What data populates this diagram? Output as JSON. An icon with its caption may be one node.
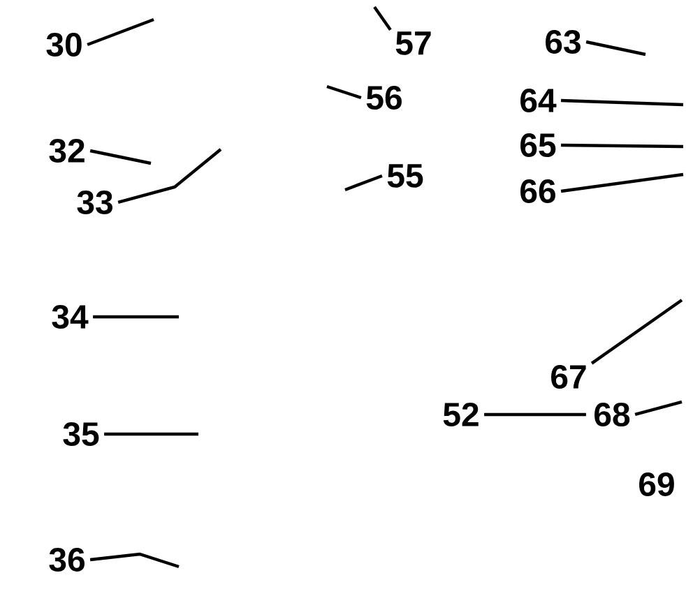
{
  "diagram": {
    "nodes": [
      {
        "text": [
          "30"
        ]
      },
      {
        "text": [
          "57"
        ]
      },
      {
        "text": [
          "63"
        ]
      },
      {
        "text": [
          "56"
        ]
      },
      {
        "text": [
          "64"
        ]
      },
      {
        "text": [
          "32"
        ]
      },
      {
        "text": [
          "65"
        ]
      },
      {
        "text": [
          "33"
        ]
      },
      {
        "text": [
          "55"
        ]
      },
      {
        "text": [
          "66"
        ]
      },
      {
        "text": [
          "34"
        ]
      },
      {
        "text": [
          "67"
        ]
      },
      {
        "text": [
          "52"
        ]
      },
      {
        "text": [
          "68"
        ]
      },
      {
        "text": [
          "35"
        ]
      },
      {
        "text": [
          "69"
        ]
      },
      {
        "text": [
          "36"
        ]
      }
    ],
    "edges": [
      {
        "from": 0,
        "to": null,
        "arrow": "none"
      },
      {
        "from": 1,
        "to": null,
        "arrow": "none"
      },
      {
        "from": 2,
        "to": null,
        "arrow": "none"
      },
      {
        "from": 3,
        "to": null,
        "arrow": "none"
      },
      {
        "from": 4,
        "to": null,
        "arrow": "none"
      },
      {
        "from": 5,
        "to": null,
        "arrow": "none"
      },
      {
        "from": 6,
        "to": null,
        "arrow": "none"
      },
      {
        "from": 7,
        "to": null,
        "arrow": "none"
      },
      {
        "from": 8,
        "to": null,
        "arrow": "none"
      },
      {
        "from": 9,
        "to": null,
        "arrow": "none"
      },
      {
        "from": 10,
        "to": null,
        "arrow": "none"
      },
      {
        "from": 11,
        "to": null,
        "arrow": "none"
      },
      {
        "from": 12,
        "to": 13,
        "arrow": "none"
      },
      {
        "from": 13,
        "to": null,
        "arrow": "none"
      },
      {
        "from": 14,
        "to": null,
        "arrow": "none"
      },
      {
        "from": 16,
        "to": null,
        "arrow": "none"
      }
    ]
  }
}
